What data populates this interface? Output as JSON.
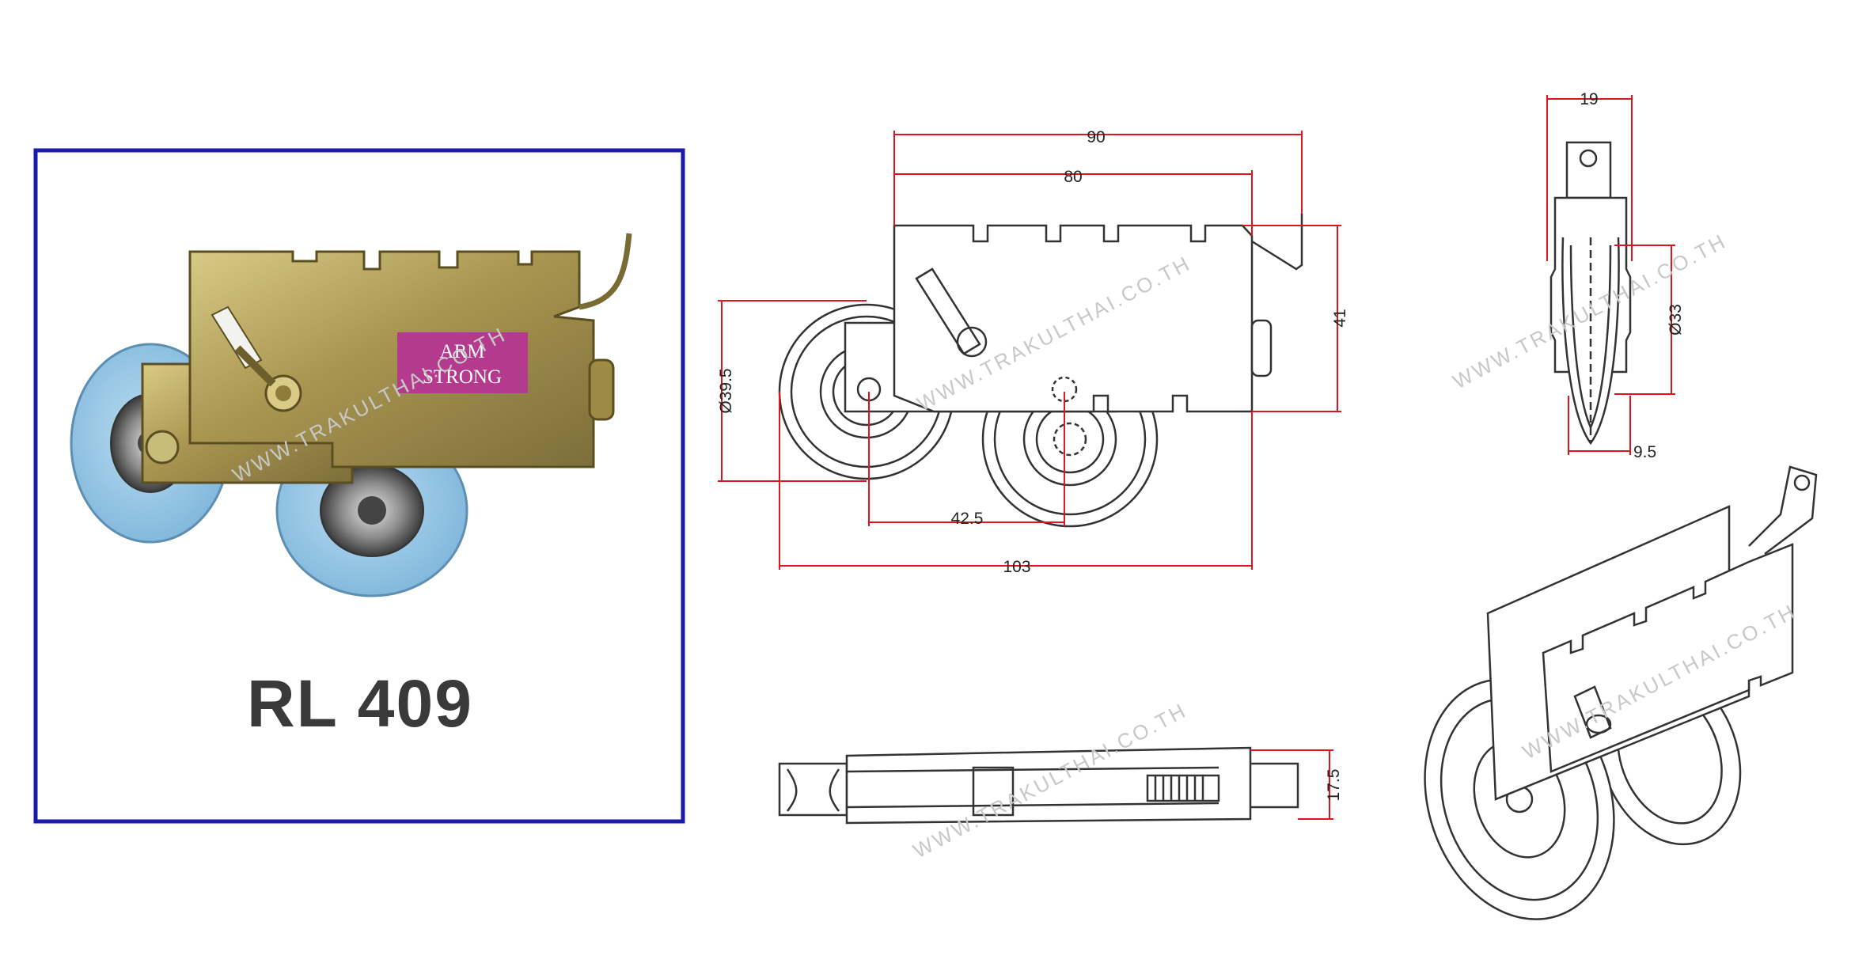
{
  "product": {
    "model": "RL  409",
    "brand_label": [
      "ARM",
      "STRONG"
    ],
    "watermark": "WWW.TRAKULTHAI.CO.TH"
  },
  "dimensions": {
    "overall_width": "90",
    "housing_width": "80",
    "height": "41",
    "wheel_diameter": "Ø39.5",
    "wheel_spacing": "42.5",
    "total_length": "103",
    "side_width": "19",
    "side_wheel_diameter": "Ø33",
    "wheel_thickness": "9.5",
    "bottom_height": "17.5"
  },
  "colors": {
    "frame": "#1a1aa8",
    "dimension_line": "#e0141e",
    "drawing_line": "#333333",
    "wheel_blue": "#8fc4e3",
    "label_magenta": "#b43a8e",
    "housing_gold": "#b6a55c"
  }
}
